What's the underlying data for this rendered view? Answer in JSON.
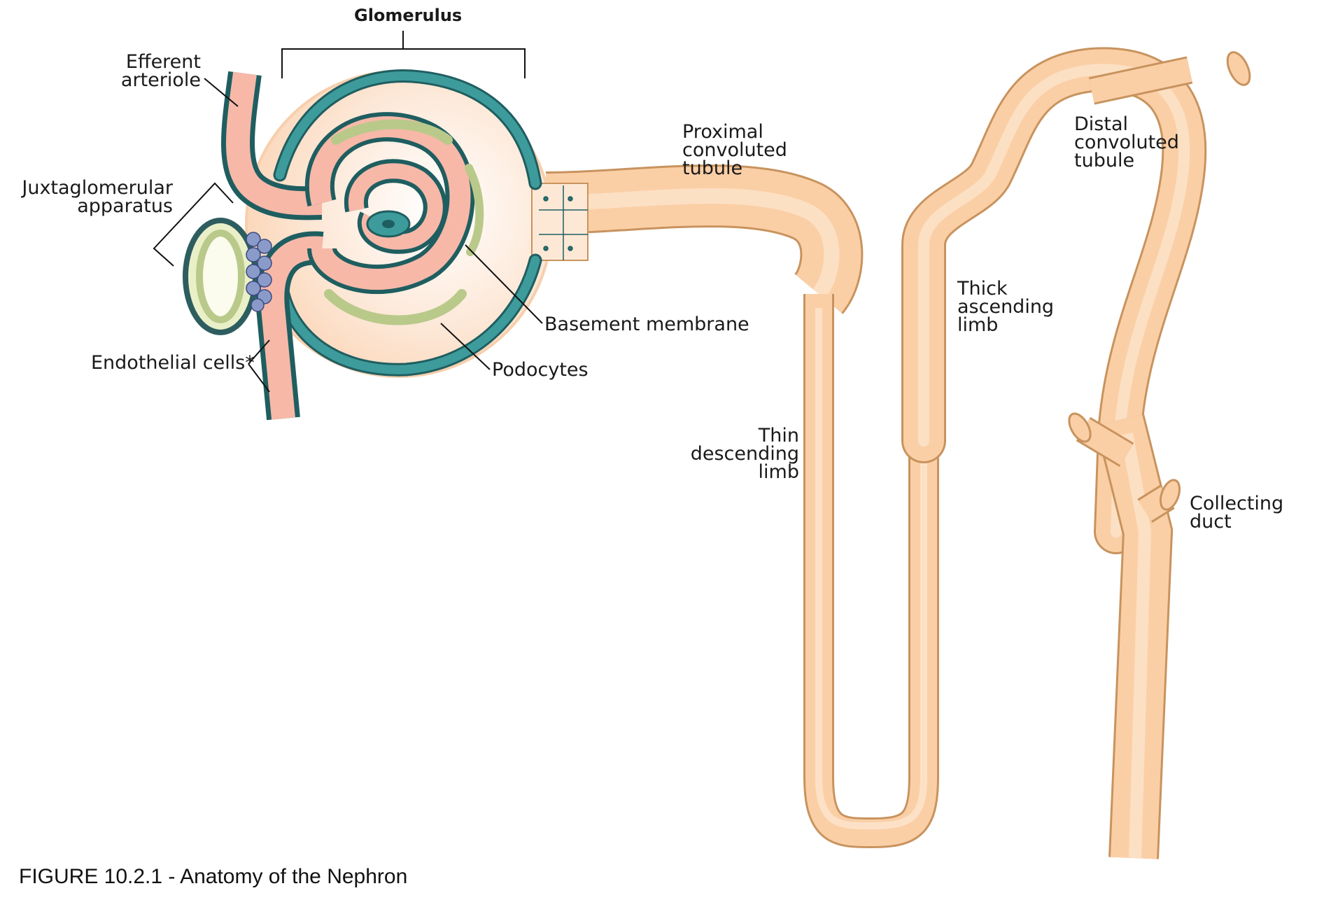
{
  "labels": {
    "glomerulus": "Glomerulus",
    "efferent_arteriole": [
      "Efferent",
      "arteriole"
    ],
    "juxtaglomerular_apparatus": [
      "Juxtaglomerular",
      "apparatus"
    ],
    "endothelial_cells": "Endothelial cells*",
    "proximal_convoluted_tubule": [
      "Proximal",
      "convoluted",
      "tubule"
    ],
    "basement_membrane": "Basement membrane",
    "podocytes": "Podocytes",
    "thin_descending_limb": [
      "Thin",
      "descending",
      "limb"
    ],
    "thick_ascending_limb": [
      "Thick",
      "ascending",
      "limb"
    ],
    "distal_convoluted_tubule": [
      "Distal",
      "convoluted",
      "tubule"
    ],
    "collecting_duct": [
      "Collecting",
      "duct"
    ]
  },
  "caption": "FIGURE 10.2.1 - Anatomy of the Nephron",
  "colors": {
    "tubule_fill": "#fbcfa6",
    "tubule_outline": "#c8935e",
    "capillary_fill": "#f7b8a8",
    "endothelium": "#3e9b9b",
    "endothelium_outline": "#1f5e60",
    "podocyte": "#b9c98a",
    "macula_densa": "#cfe0a0",
    "juxtaglomerular_cells": "#8a9ac9",
    "capsule_fill": "#fde3cf"
  }
}
